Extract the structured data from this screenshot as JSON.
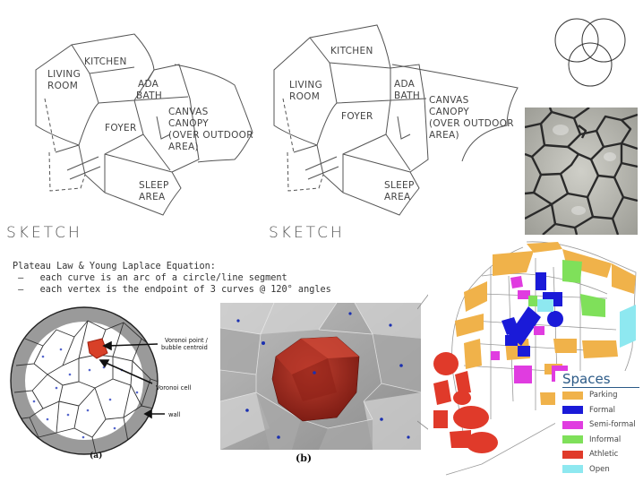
{
  "sketch1": {
    "label": "SKETCH",
    "rooms": {
      "living1": "LIVING",
      "living2": "ROOM",
      "kitchen": "KITCHEN",
      "ada1": "ADA",
      "ada2": "BATH",
      "foyer": "FOYER",
      "canvas1": "CANVAS",
      "canvas2": "CANOPY",
      "canvas3": "(OVER OUTDOOR",
      "canvas4": "AREA)",
      "sleep1": "SLEEP",
      "sleep2": "AREA"
    }
  },
  "sketch2": {
    "label": "SKETCH",
    "rooms": {
      "living1": "LIVING",
      "living2": "ROOM",
      "kitchen": "KITCHEN",
      "ada1": "ADA",
      "ada2": "BATH",
      "foyer": "FOYER",
      "canvas1": "CANVAS",
      "canvas2": "CANOPY",
      "canvas3": "(OVER OUTDOOR",
      "canvas4": "AREA)",
      "sleep1": "SLEEP",
      "sleep2": "AREA"
    }
  },
  "plateau": {
    "title": "Plateau Law & Young Laplace Equation:",
    "line1": " –   each curve is an arc of a circle/line segment",
    "line2": " –   each vertex is the endpoint of 3 curves @ 120° angles"
  },
  "voronoi": {
    "label_point1": "Voronoi point /",
    "label_point2": "bubble centroid",
    "label_cell": "Voronoi cell",
    "label_wall": "wall",
    "caption_a": "(a)",
    "caption_b": "(b)"
  },
  "legend": {
    "title": "Spaces",
    "items": [
      {
        "label": "Parking",
        "color": "#f0b24a"
      },
      {
        "label": "Formal",
        "color": "#1a1ad8"
      },
      {
        "label": "Semi-formal",
        "color": "#e03ce0"
      },
      {
        "label": "Informal",
        "color": "#7fe05a"
      },
      {
        "label": "Athletic",
        "color": "#e03a2a"
      },
      {
        "label": "Open",
        "color": "#8ee8f0"
      }
    ]
  },
  "colors": {
    "parking": "#f0b24a",
    "formal": "#1a1ad8",
    "semiformal": "#e03ce0",
    "informal": "#7fe05a",
    "athletic": "#e03a2a",
    "open": "#8ee8f0",
    "legend_title": "#2b5a87"
  }
}
